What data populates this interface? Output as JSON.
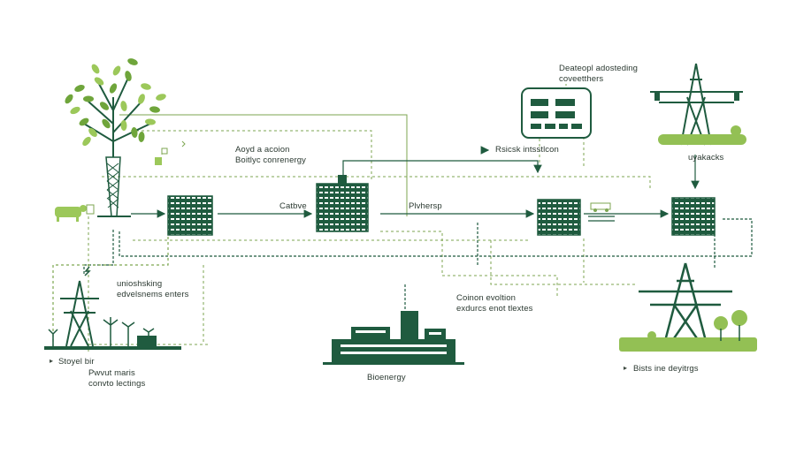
{
  "colors": {
    "primary": "#1f5b3f",
    "leaf_light": "#9cc85a",
    "leaf_mid": "#6fa53b",
    "dashed_green": "#7da651",
    "grass": "#93c054",
    "text": "#2c3a32"
  },
  "labels": {
    "legend_top": "Deateopl adosteding",
    "legend_top_sub": "coveetthers",
    "tree_caption_1": "Aoyd a acoion",
    "tree_caption_2": "Boitlyc conrenergy",
    "flow_1": "Catbve",
    "flow_2": "Plvhersp",
    "rack": "Rsicsk intsstlcon",
    "tower_right_top": "uyakacks",
    "left_note_1": "unioshsking",
    "left_note_2": "edvelsnems enters",
    "bottom_left_1": "Stoyel bir",
    "bottom_left_2": "Pwvut maris",
    "bottom_left_3": "convto lectings",
    "factory": "Bioenergy",
    "middle_right_1": "Coinon evoltion",
    "middle_right_2": "exdurcs enot tlextes",
    "bottom_right": "Bists ine deyitrgs"
  },
  "icons": [
    "tree-icon",
    "cow-icon",
    "server-rack-icon",
    "building-icon",
    "dashboard-icon",
    "power-tower-icon",
    "wind-turbine-icon",
    "factory-icon",
    "plug-icon",
    "truck-icon"
  ]
}
